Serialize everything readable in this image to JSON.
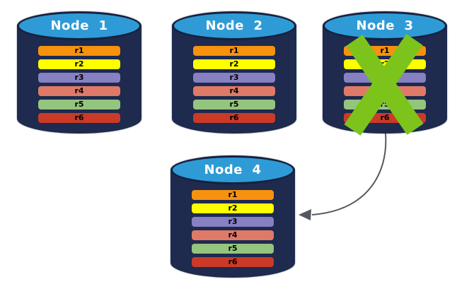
{
  "palette": {
    "background": "#FFFFFF",
    "cylinder_body": "#1E2A4E",
    "cylinder_top": "#2E9BD6",
    "cylinder_border": "#16213F",
    "title_text": "#FFFFFF",
    "partition_text": "#000000",
    "x_mark": "#7CC41C",
    "arrow": "#55585E"
  },
  "nodes": [
    {
      "label": "Node  1",
      "status": "active",
      "partitions": [
        {
          "label": "r1",
          "color": "#F6920E"
        },
        {
          "label": "r2",
          "color": "#FDFF00"
        },
        {
          "label": "r3",
          "color": "#8780C3"
        },
        {
          "label": "r4",
          "color": "#DF7A68"
        },
        {
          "label": "r5",
          "color": "#94C57E"
        },
        {
          "label": "r6",
          "color": "#CB3A27"
        }
      ]
    },
    {
      "label": "Node  2",
      "status": "active",
      "partitions": [
        {
          "label": "r1",
          "color": "#F6920E"
        },
        {
          "label": "r2",
          "color": "#FDFF00"
        },
        {
          "label": "r3",
          "color": "#8780C3"
        },
        {
          "label": "r4",
          "color": "#DF7A68"
        },
        {
          "label": "r5",
          "color": "#94C57E"
        },
        {
          "label": "r6",
          "color": "#CB3A27"
        }
      ]
    },
    {
      "label": "Node  3",
      "status": "failed",
      "partitions": [
        {
          "label": "r1",
          "color": "#F6920E"
        },
        {
          "label": "r2",
          "color": "#FDFF00"
        },
        {
          "label": "r3",
          "color": "#8780C3"
        },
        {
          "label": "r4",
          "color": "#DF7A68"
        },
        {
          "label": "r5",
          "color": "#94C57E"
        },
        {
          "label": "r6",
          "color": "#CB3A27"
        }
      ]
    },
    {
      "label": "Node  4",
      "status": "active",
      "partitions": [
        {
          "label": "r1",
          "color": "#F6920E"
        },
        {
          "label": "r2",
          "color": "#FDFF00"
        },
        {
          "label": "r3",
          "color": "#8780C3"
        },
        {
          "label": "r4",
          "color": "#DF7A68"
        },
        {
          "label": "r5",
          "color": "#94C57E"
        },
        {
          "label": "r6",
          "color": "#CB3A27"
        }
      ]
    }
  ],
  "arrow": {
    "from_node": "Node  3",
    "to_node": "Node  4"
  }
}
